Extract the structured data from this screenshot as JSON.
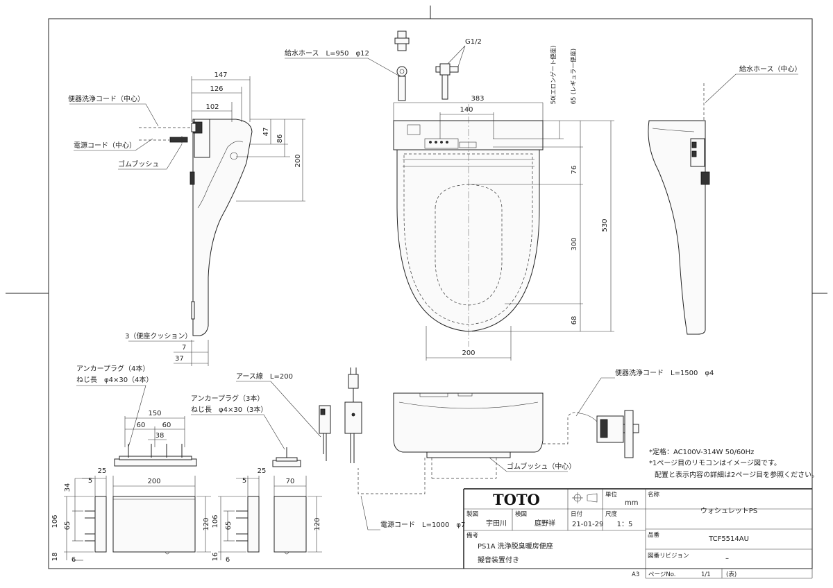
{
  "labels": {
    "supply_hose_top": "給水ホース　L=950　φ12",
    "g12": "G1/2",
    "elongated": "(エロンゲート便座)",
    "regular": "(レギュラー便座)",
    "supply_hose_center": "給水ホース（中心）",
    "toilet_cord_center": "便器洗浄コード（中心）",
    "power_cord_center": "電源コード（中心）",
    "rubber_bush": "ゴムブッシュ",
    "seat_cushion": "3（便座クッション）",
    "anchor4_a": "アンカープラグ（4本）",
    "anchor4_b": "ねじ長　φ4×30（4本）",
    "anchor3_a": "アンカープラグ（3本）",
    "anchor3_b": "ねじ長　φ4×30（3本）",
    "earth_wire": "アース線　L=200",
    "toilet_cord": "便器洗浄コード　L=1500　φ4",
    "rubber_bush_center": "ゴムブッシュ（中心）",
    "power_cord": "電源コード　L=1000　φ7",
    "note1": "*定格：AC100V-314W 50/60Hz",
    "note2": "*1ページ目のリモコンはイメージ図です。",
    "note3": "配置と表示内容の詳細は2ページ目を参照ください。"
  },
  "dimensions": {
    "side": [
      "147",
      "126",
      "102",
      "47",
      "86",
      "200",
      "7",
      "37"
    ],
    "top": [
      "383",
      "140",
      "50",
      "65",
      "76",
      "300",
      "530",
      "68",
      "200"
    ],
    "anchor4": [
      "150",
      "60",
      "60",
      "38"
    ],
    "remote_a": [
      "25",
      "5",
      "200",
      "34",
      "106",
      "65",
      "120",
      "18",
      "6"
    ],
    "remote_b": [
      "25",
      "5",
      "70",
      "106",
      "65",
      "120",
      "16",
      "6"
    ]
  },
  "title_block": {
    "brand": "TOTO",
    "unit_label": "単位",
    "unit": "mm",
    "name_label": "名称",
    "name": "ウォシュレットPS",
    "drafter_label": "製図",
    "drafter": "宇田川",
    "checker_label": "検図",
    "checker": "庭野祥",
    "date_label": "日付",
    "date": "21-01-29",
    "scale_label": "尺度",
    "scale": "1：5",
    "part_label": "品番",
    "part": "TCF5514AU",
    "remarks_label": "備考",
    "remarks1": "PS1A 洗浄脱臭暖房便座",
    "remarks2": "擬音装置付き",
    "revision_label": "図番リビジョン",
    "revision": "–",
    "sheet_size": "A3",
    "page_label": "ページNo.",
    "page": "1/1",
    "suffix": "(表)"
  }
}
